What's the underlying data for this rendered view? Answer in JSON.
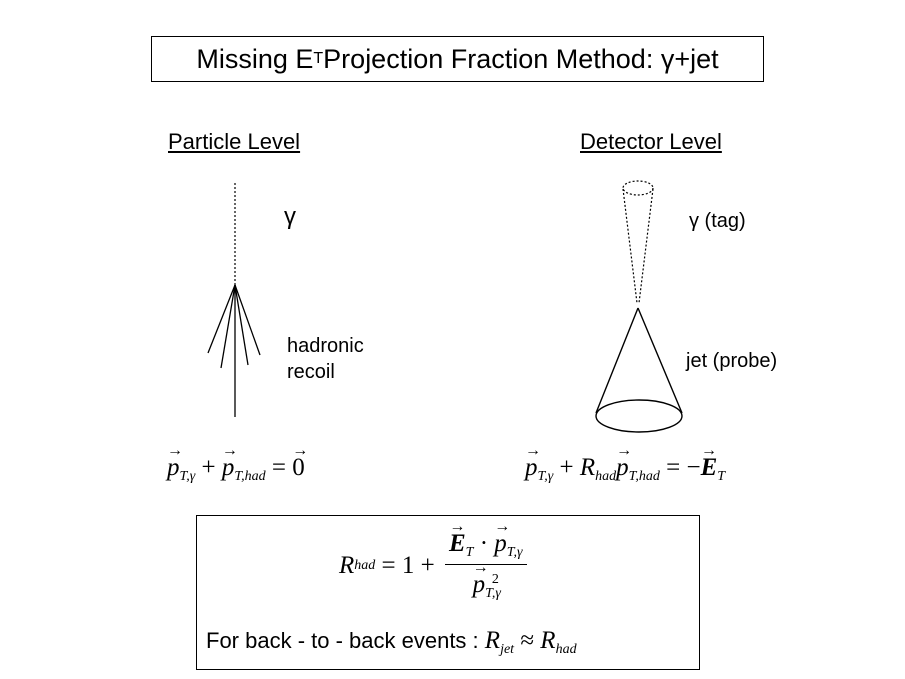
{
  "title": {
    "prefix": "Missing E",
    "sub": "T",
    "suffix": " Projection Fraction Method: γ+jet"
  },
  "particle_level": {
    "heading": "Particle Level",
    "photon_label": "γ",
    "recoil_label_line1": "hadronic",
    "recoil_label_line2": "recoil",
    "equation": {
      "p": "p",
      "sub_gamma": "T,γ",
      "plus": " + ",
      "sub_had": "T,had",
      "equals": " = ",
      "zero": "0"
    }
  },
  "detector_level": {
    "heading": "Detector Level",
    "tag_label": "γ (tag)",
    "probe_label": "jet (probe)",
    "equation": {
      "p": "p",
      "sub_gamma": "T,γ",
      "plus": " + ",
      "R": "R",
      "sub_R": "had",
      "sub_had": "T,had",
      "equals": " = −",
      "E": "E",
      "sub_E": "T"
    }
  },
  "formula_box": {
    "R": "R",
    "sub_had": "had",
    "equals_one_plus": " = 1 + ",
    "E": "E",
    "sub_T": "T",
    "dot": " · ",
    "p": "p",
    "sub_gamma": "T,γ",
    "sup_2": "2",
    "b2b_text": "For back - to - back events : ",
    "R_jet": "R",
    "sub_jet": "jet",
    "approx": " ≈ ",
    "R_had": "R",
    "sub_had2": "had"
  }
}
